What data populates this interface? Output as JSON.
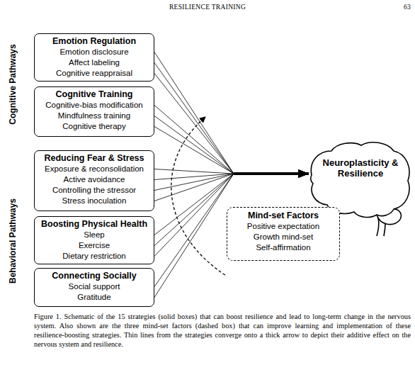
{
  "diagram": {
    "caption": "Figure 1. Schematic of the 15 strategies (solid boxes) that can boost resilience and lead to long-term change in the nervous system. Also shown are the three mind-set factors (dashed box) that can improve learning and implementation of these resilience-boosting strategies. Thin lines from the strategies converge onto a thick arrow to depict their additive effect on the nervous system and resilience.",
    "nodes": [
      {
        "text": [
          "Emotion Regulation",
          "Emotion disclosure",
          "Affect labeling",
          "Cognitive reappraisal"
        ]
      },
      {
        "text": [
          "Cognitive Training",
          "Cognitive-bias modification",
          "Mindfulness training",
          "Cognitive therapy"
        ]
      },
      {
        "text": [
          "Reducing Fear & Stress",
          "Exposure & reconsolidation",
          "Active avoidance",
          "Controlling the stressor",
          "Stress inoculation"
        ]
      },
      {
        "text": [
          "Boosting Physical Health",
          "Sleep",
          "Exercise",
          "Dietary restriction"
        ]
      },
      {
        "text": [
          "Connecting Socially",
          "Social support",
          "Gratitude"
        ]
      },
      {
        "text": [
          "Neuroplasticity & Resilience"
        ]
      },
      {
        "text": [
          "Mind-set Factors",
          "Positive expectation",
          "Growth mind-set",
          "Self-affirmation"
        ]
      }
    ],
    "edges": [
      {
        "from": 0,
        "to": 5,
        "arrow": "to"
      },
      {
        "from": 1,
        "to": 5,
        "arrow": "to"
      },
      {
        "from": 2,
        "to": 5,
        "arrow": "to"
      },
      {
        "from": 3,
        "to": 5,
        "arrow": "to"
      },
      {
        "from": 4,
        "to": 5,
        "arrow": "to"
      }
    ],
    "labels": [
      "RESILIENCE TRAINING",
      "63",
      "Cognitive Pathways",
      "Behavioral Pathways"
    ]
  }
}
